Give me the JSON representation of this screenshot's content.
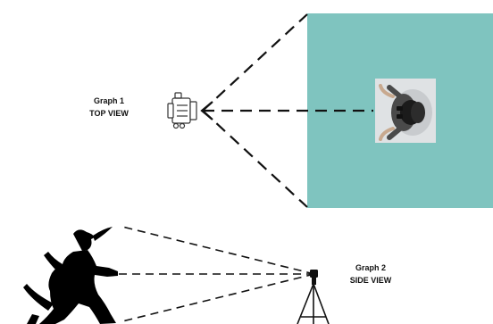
{
  "graph1": {
    "title": "Graph 1",
    "subtitle": "TOP VIEW"
  },
  "graph2": {
    "title": "Graph 2",
    "subtitle": "SIDE VIEW"
  },
  "colors": {
    "field": "#7fc4bf",
    "ink": "#111111",
    "mat": "#dfe2e4"
  }
}
